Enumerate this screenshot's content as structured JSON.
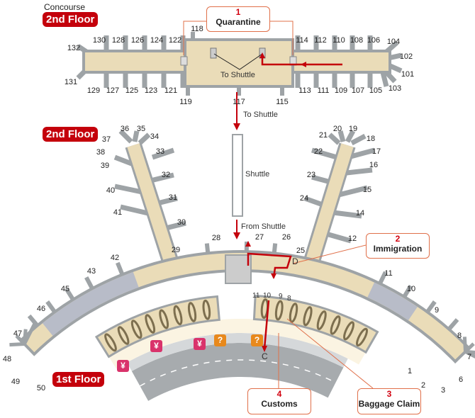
{
  "concourse": {
    "caption": "Concourse",
    "floor_badge": "2nd Floor",
    "to_shuttle": "To Shuttle",
    "gates": [
      "130",
      "128",
      "126",
      "124",
      "122",
      "118",
      "114",
      "112",
      "110",
      "108",
      "106",
      "104",
      "102",
      "101",
      "103",
      "132",
      "131",
      "129",
      "127",
      "125",
      "123",
      "121",
      "119",
      "117",
      "115",
      "113",
      "111",
      "109",
      "107",
      "105"
    ]
  },
  "shuttle": {
    "to_label": "To Shuttle",
    "name": "Shuttle",
    "from_label": "From Shuttle"
  },
  "main_terminal": {
    "floor2_badge": "2nd Floor",
    "floor1_badge": "1st Floor",
    "gates": [
      "36",
      "35",
      "34",
      "37",
      "33",
      "38",
      "39",
      "32",
      "40",
      "31",
      "41",
      "30",
      "28",
      "29",
      "42",
      "43",
      "45",
      "46",
      "47",
      "48",
      "49",
      "50",
      "20",
      "19",
      "21",
      "18",
      "22",
      "17",
      "16",
      "23",
      "15",
      "24",
      "14",
      "12",
      "27",
      "26",
      "25",
      "11",
      "10",
      "9",
      "8",
      "7",
      "6",
      "3",
      "2",
      "1"
    ],
    "baggage_carousels": [
      "11",
      "10",
      "9",
      "8"
    ],
    "point_labels": {
      "d": "D",
      "c": "C"
    },
    "icons": [
      {
        "type": "currency-exchange",
        "glyph": "¥",
        "color": "#d9336b"
      },
      {
        "type": "currency-exchange",
        "glyph": "¥",
        "color": "#d9336b"
      },
      {
        "type": "currency-exchange",
        "glyph": "¥",
        "color": "#d9336b"
      },
      {
        "type": "information",
        "glyph": "?",
        "color": "#e8891c"
      },
      {
        "type": "information",
        "glyph": "?",
        "color": "#e8891c"
      }
    ]
  },
  "callouts": [
    {
      "num": "1",
      "label": "Quarantine"
    },
    {
      "num": "2",
      "label": "Immigration"
    },
    {
      "num": "3",
      "label": "Baggage Claim"
    },
    {
      "num": "4",
      "label": "Customs"
    }
  ],
  "colors": {
    "floor": "#eadcb8",
    "wall": "#9ea3a6",
    "accent": "#c4000b",
    "road": "#a7abae",
    "lobby": "#fbf4e2"
  }
}
